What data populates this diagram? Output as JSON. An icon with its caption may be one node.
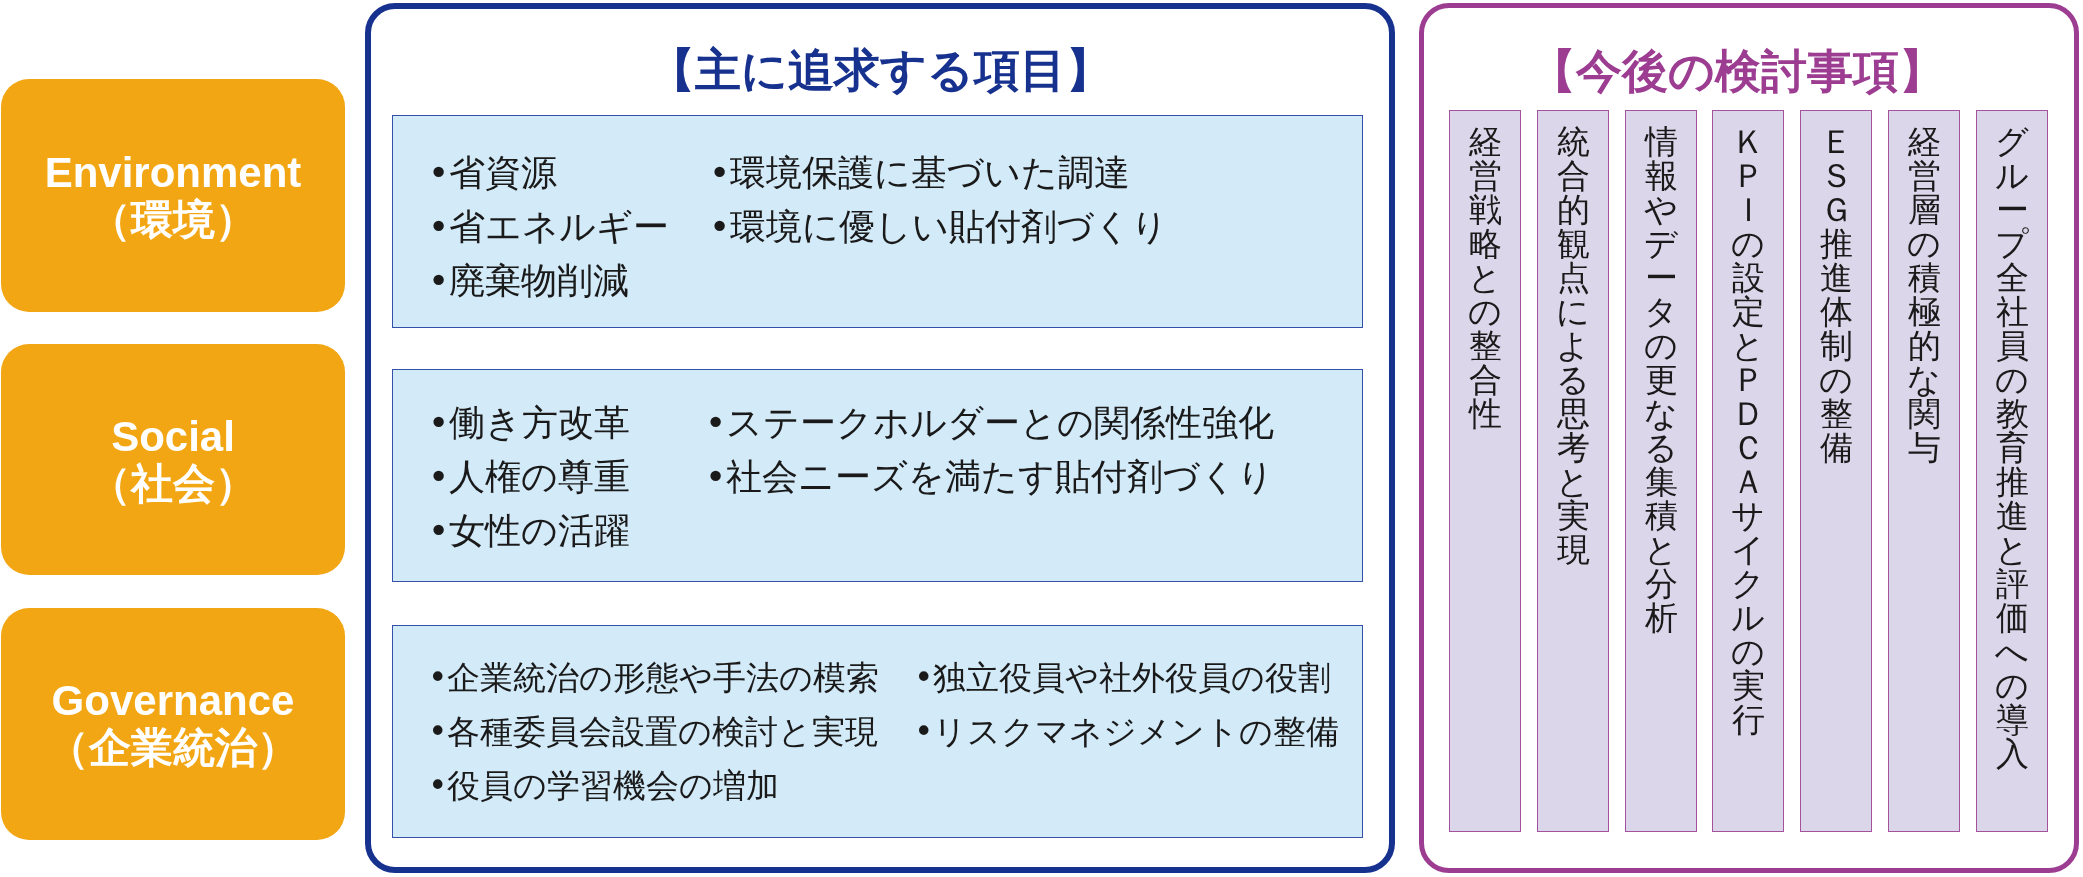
{
  "diagram": {
    "nodes": [
      {
        "text": [
          "Environment （環境）"
        ]
      },
      {
        "text": [
          "Social （社会）"
        ]
      },
      {
        "text": [
          "Governance （企業統治）"
        ]
      },
      {
        "text": [
          "【主に追求する項目】"
        ]
      },
      {
        "text": [
          "•省資源",
          "•省エネルギー",
          "•廃棄物削減",
          "•環境保護に基づいた調達",
          "•環境に優しい貼付剤づくり"
        ],
        "in": 3
      },
      {
        "text": [
          "•働き方改革",
          "•人権の尊重",
          "•女性の活躍",
          "•ステークホルダーとの関係性強化",
          "•社会ニーズを満たす貼付剤づくり"
        ],
        "in": 3
      },
      {
        "text": [
          "•企業統治の形態や手法の模索",
          "•各種委員会設置の検討と実現",
          "•役員の学習機会の増加",
          "•独立役員や社外役員の役割",
          "•リスクマネジメントの整備"
        ],
        "in": 3
      },
      {
        "text": [
          "【今後の検討事項】"
        ]
      },
      {
        "text": [
          "経営戦略との整合性"
        ],
        "in": 7
      },
      {
        "text": [
          "統合的観点による思考と実現"
        ],
        "in": 7
      },
      {
        "text": [
          "情報やデータの更なる集積と分析"
        ],
        "in": 7
      },
      {
        "text": [
          "ＫＰＩの設定とＰＤＣＡサイクルの実行"
        ],
        "in": 7
      },
      {
        "text": [
          "ＥＳＧ推進体制の整備"
        ],
        "in": 7
      },
      {
        "text": [
          "経営層の積極的な関与"
        ],
        "in": 7
      },
      {
        "text": [
          "グループ全社員の教育推進と評価への導入"
        ],
        "in": 7
      }
    ]
  }
}
